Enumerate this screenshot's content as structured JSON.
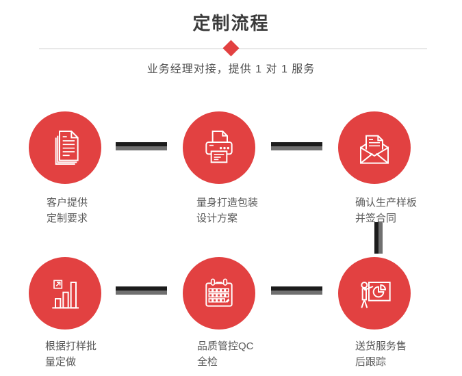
{
  "colors": {
    "accent_red": "#e24141",
    "connector_dark": "#1c1c1c",
    "connector_gray": "#707070",
    "divider_color": "#cccccc",
    "title_color": "#3b3b3b",
    "subtitle_color": "#4c4c4c",
    "label_color": "#595959",
    "page_bg": "#ffffff"
  },
  "header": {
    "title": "定制流程",
    "subtitle": "业务经理对接，提供 1 对 1 服务"
  },
  "steps": [
    {
      "icon": "documents-icon",
      "label_line1": "客户提供",
      "label_line2": "定制要求"
    },
    {
      "icon": "printer-icon",
      "label_line1": "量身打造包装",
      "label_line2": "设计方案"
    },
    {
      "icon": "envelope-icon",
      "label_line1": "确认生产样板",
      "label_line2": "并签合同"
    },
    {
      "icon": "bar-chart-icon",
      "label_line1": "根据打样批",
      "label_line2": "量定做"
    },
    {
      "icon": "calendar-icon",
      "label_line1": "品质管控QC",
      "label_line2": "全检"
    },
    {
      "icon": "presentation-icon",
      "label_line1": "送货服务售",
      "label_line2": "后跟踪"
    }
  ]
}
